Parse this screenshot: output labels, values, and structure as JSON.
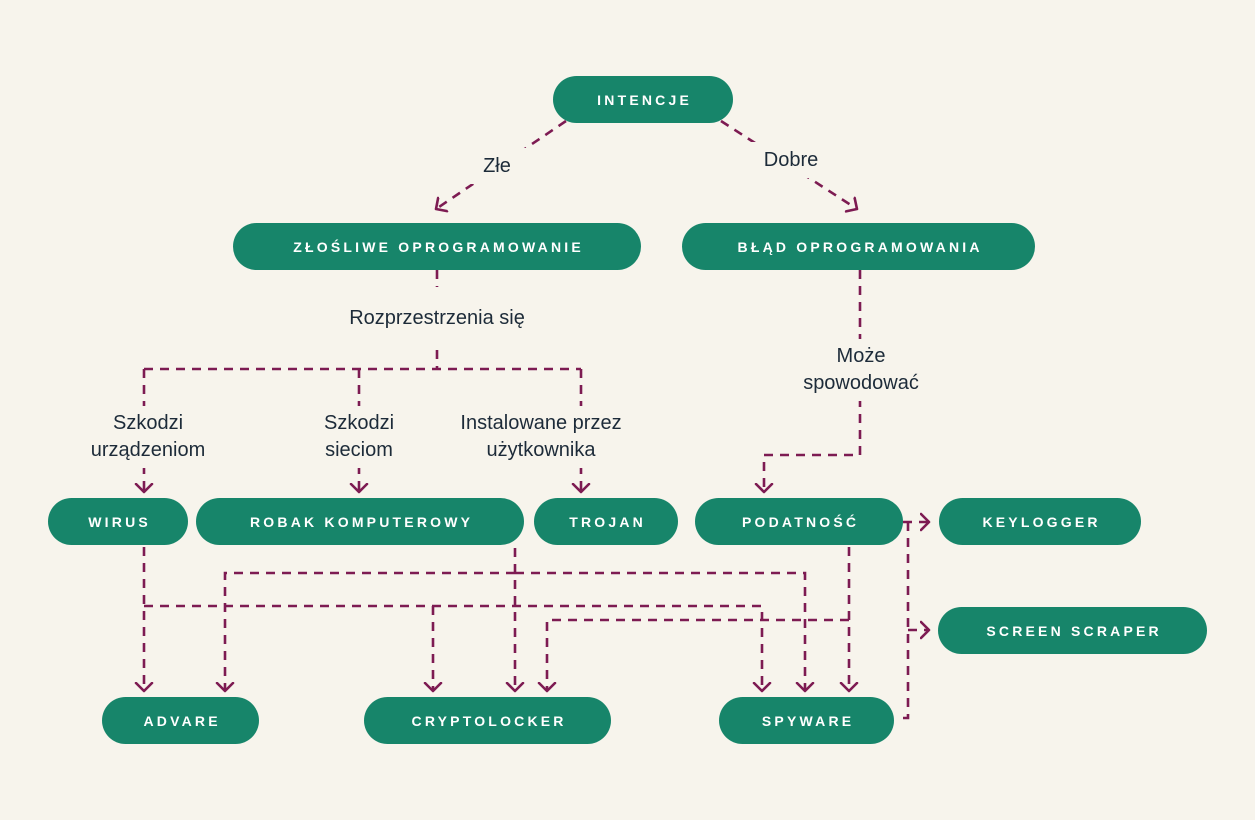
{
  "diagram": {
    "language": "pl",
    "topic": "Intencje oprogramowania — typy złośliwego oprogramowania",
    "colors": {
      "background": "#F7F4EC",
      "node_fill": "#17856A",
      "node_text": "#FFFFFF",
      "connector_line": "#7D1B52",
      "label_text": "#1D2B39"
    },
    "nodes": {
      "intencje": {
        "label": "INTENCJE"
      },
      "zloslive": {
        "label": "ZŁOŚLIWE OPROGRAMOWANIE"
      },
      "blad": {
        "label": "BŁĄD OPROGRAMOWANIA"
      },
      "wirus": {
        "label": "WIRUS"
      },
      "robak": {
        "label": "ROBAK KOMPUTEROWY"
      },
      "trojan": {
        "label": "TROJAN"
      },
      "podatnosc": {
        "label": "PODATNOŚĆ"
      },
      "keylogger": {
        "label": "KEYLOGGER"
      },
      "screen_scraper": {
        "label": "SCREEN SCRAPER"
      },
      "advare": {
        "label": "ADVARE"
      },
      "cryptolocker": {
        "label": "CRYPTOLOCKER"
      },
      "spyware": {
        "label": "SPYWARE"
      }
    },
    "edge_labels": {
      "zle": "Złe",
      "dobre": "Dobre",
      "rozprzestrzenia": "Rozprzestrzenia się",
      "szkodzi_urzadzeniom": "Szkodzi urządzeniom",
      "szkodzi_sieciom": "Szkodzi sieciom",
      "instalowane": "Instalowane przez użytkownika",
      "moze_spowodowac": "Może spowodować"
    },
    "connections": [
      {
        "from": "INTENCJE",
        "to": "ZŁOŚLIWE OPROGRAMOWANIE",
        "labels": [
          "Złe"
        ]
      },
      {
        "from": "INTENCJE",
        "to": "BŁĄD OPROGRAMOWANIA",
        "labels": [
          "Dobre"
        ]
      },
      {
        "from": "ZŁOŚLIWE OPROGRAMOWANIE",
        "to": "WIRUS",
        "labels": [
          "Rozprzestrzenia się",
          "Szkodzi urządzeniom"
        ]
      },
      {
        "from": "ZŁOŚLIWE OPROGRAMOWANIE",
        "to": "ROBAK KOMPUTEROWY",
        "labels": [
          "Rozprzestrzenia się",
          "Szkodzi sieciom"
        ]
      },
      {
        "from": "ZŁOŚLIWE OPROGRAMOWANIE",
        "to": "TROJAN",
        "labels": [
          "Rozprzestrzenia się",
          "Instalowane przez użytkownika"
        ]
      },
      {
        "from": "BŁĄD OPROGRAMOWANIA",
        "to": "PODATNOŚĆ",
        "labels": [
          "Może spowodować"
        ]
      },
      {
        "from": "PODATNOŚĆ",
        "to": "KEYLOGGER",
        "labels": []
      },
      {
        "from": "PODATNOŚĆ",
        "to": "SCREEN SCRAPER",
        "labels": []
      },
      {
        "from": "PODATNOŚĆ",
        "to": "SPYWARE",
        "labels": []
      },
      {
        "from": "PODATNOŚĆ",
        "to": "CRYPTOLOCKER",
        "labels": []
      },
      {
        "from": "WIRUS",
        "to": "ADVARE",
        "labels": []
      },
      {
        "from": "WIRUS",
        "to": "CRYPTOLOCKER",
        "labels": []
      },
      {
        "from": "WIRUS",
        "to": "SPYWARE",
        "labels": []
      },
      {
        "from": "ROBAK KOMPUTEROWY",
        "to": "CRYPTOLOCKER",
        "labels": []
      },
      {
        "from": "ROBAK KOMPUTEROWY",
        "to": "ADVARE",
        "labels": []
      },
      {
        "from": "ROBAK KOMPUTEROWY",
        "to": "SPYWARE",
        "labels": []
      },
      {
        "from": "SPYWARE",
        "to": "KEYLOGGER",
        "labels": []
      },
      {
        "from": "SPYWARE",
        "to": "SCREEN SCRAPER",
        "labels": []
      }
    ]
  }
}
